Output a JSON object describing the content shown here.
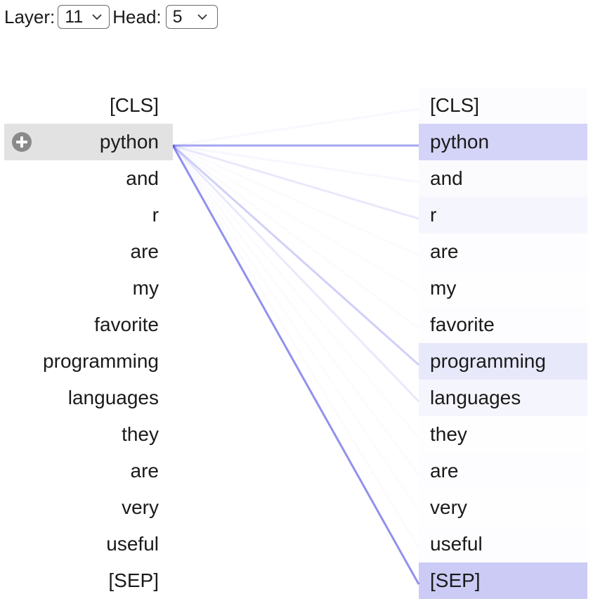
{
  "controls": {
    "layer_label": "Layer:",
    "layer_value": "11",
    "head_label": "Head:",
    "head_value": "5"
  },
  "tokens": [
    "[CLS]",
    "python",
    "and",
    "r",
    "are",
    "my",
    "favorite",
    "programming",
    "languages",
    "they",
    "are",
    "very",
    "useful",
    "[SEP]"
  ],
  "selected_token_index": 1,
  "attention": {
    "color": "#3232dc",
    "line_color": "#2828e0",
    "weights": [
      0.03,
      0.42,
      0.04,
      0.1,
      0.02,
      0.01,
      0.02,
      0.22,
      0.1,
      0.01,
      0.02,
      0.01,
      0.02,
      0.51
    ]
  }
}
